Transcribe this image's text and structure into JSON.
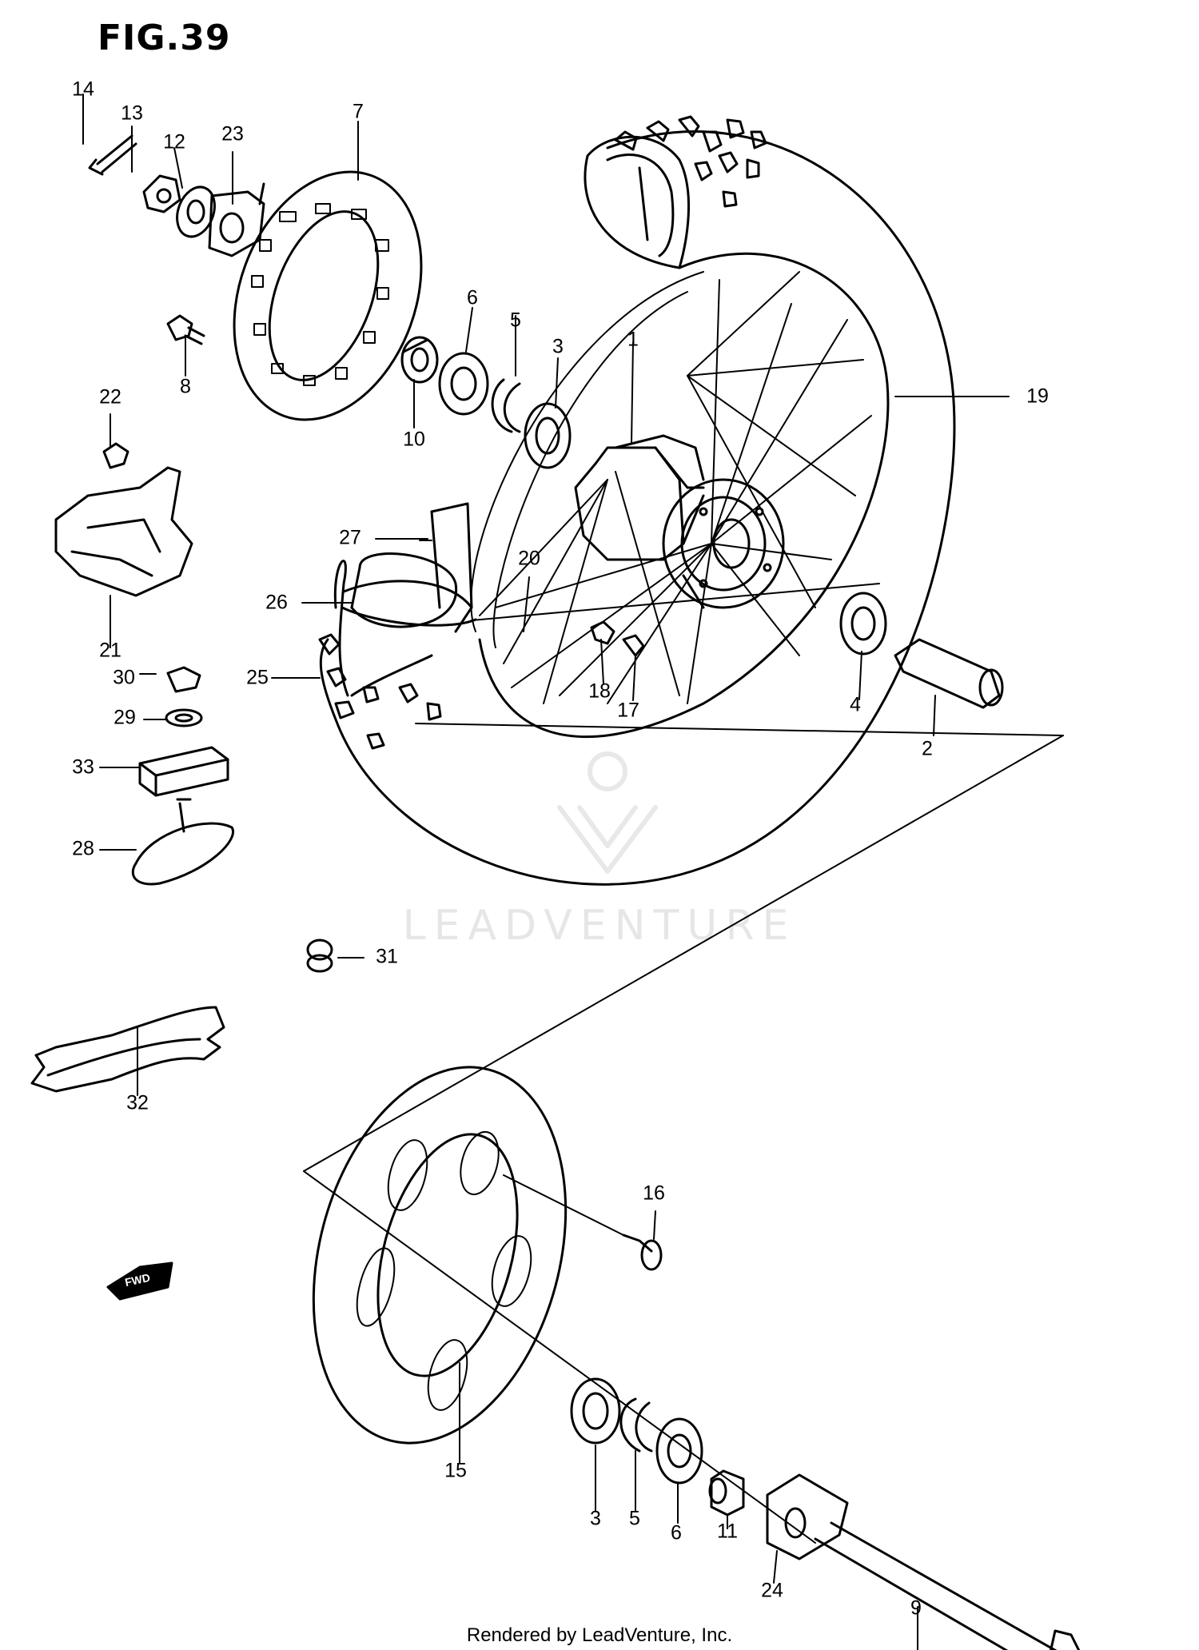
{
  "figure_title": "FIG.39",
  "footer_text": "Rendered by LeadVenture, Inc.",
  "watermark_text": "LEADVENTURE",
  "direction_arrow_text": "FWD",
  "part_callouts": [
    "1",
    "2",
    "3",
    "4",
    "5",
    "6",
    "7",
    "8",
    "9",
    "10",
    "11",
    "12",
    "13",
    "14",
    "15",
    "16",
    "17",
    "18",
    "19",
    "20",
    "21",
    "22",
    "23",
    "24",
    "25",
    "26",
    "27",
    "28",
    "29",
    "30",
    "31",
    "32",
    "33",
    "3",
    "5",
    "6"
  ]
}
